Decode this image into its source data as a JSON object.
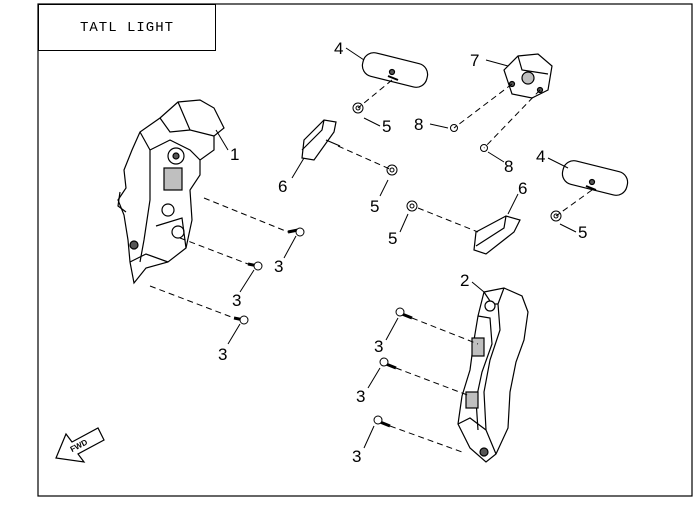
{
  "title": "TATL LIGHT",
  "fwd_text": "FWD",
  "callouts": {
    "c1": "1",
    "c2": "2",
    "c3a": "3",
    "c3b": "3",
    "c3c": "3",
    "c3d": "3",
    "c3e": "3",
    "c3f": "3",
    "c4a": "4",
    "c4b": "4",
    "c5a": "5",
    "c5b": "5",
    "c5c": "5",
    "c5d": "5",
    "c6a": "6",
    "c6b": "6",
    "c7": "7",
    "c8a": "8",
    "c8b": "8"
  },
  "colors": {
    "line": "#000000",
    "part_fill": "#ffffff",
    "shade": "#bfbfbf",
    "dark": "#555555"
  }
}
